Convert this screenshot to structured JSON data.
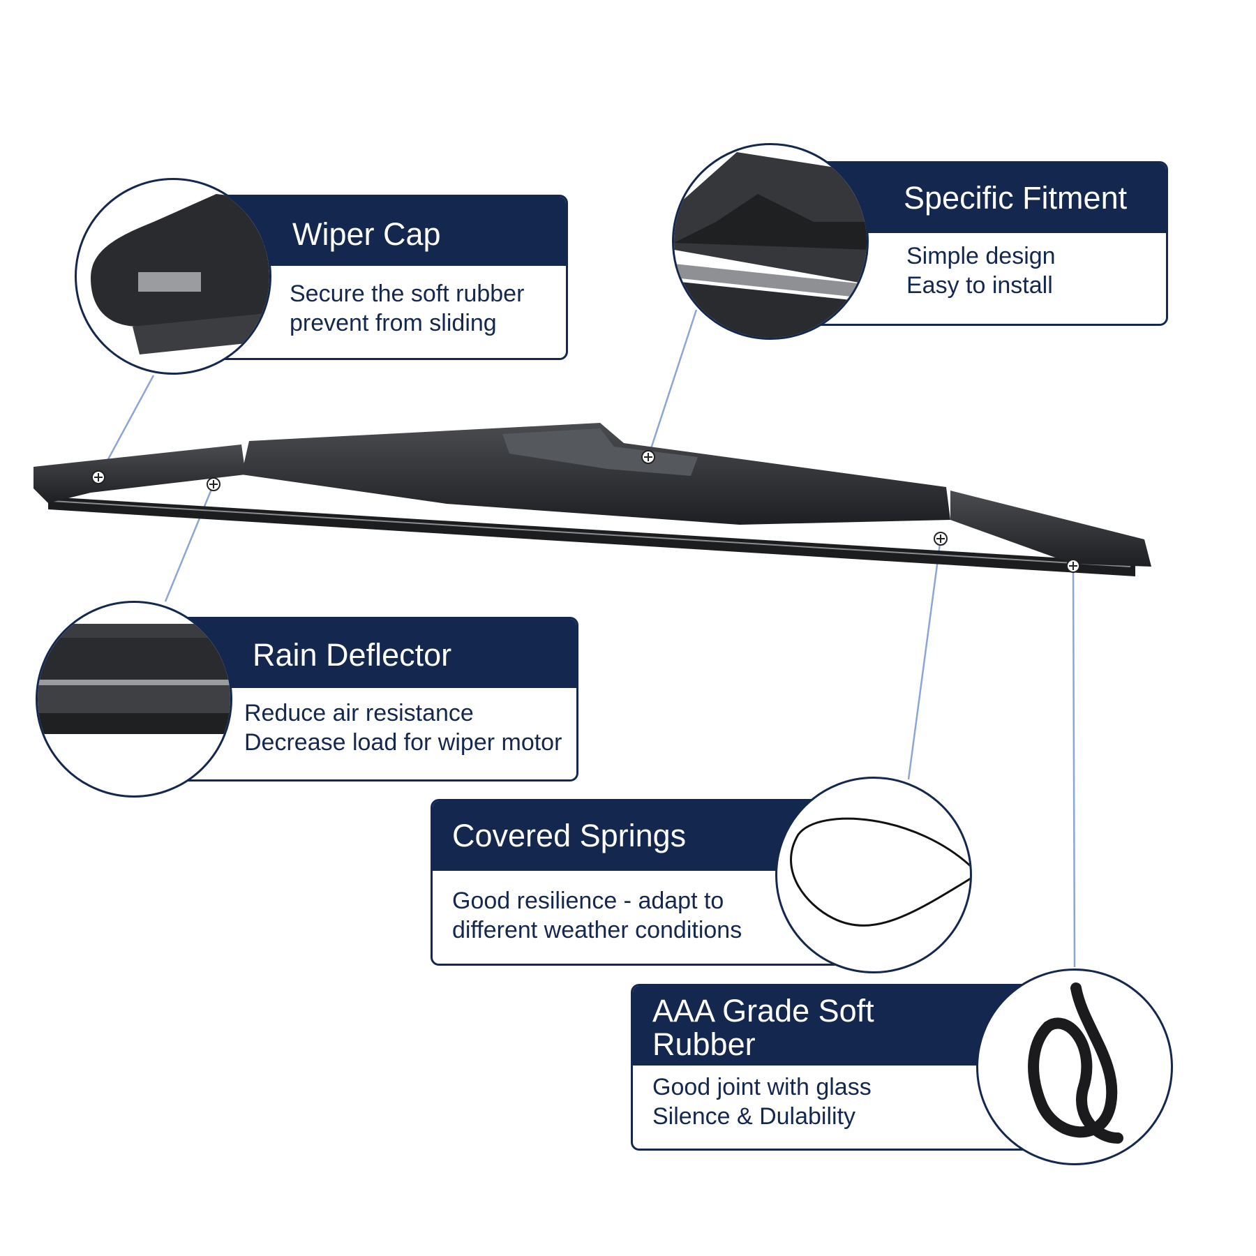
{
  "colors": {
    "navy": "#14284f",
    "leader": "#8aa6d6",
    "blade": "#2c2e31"
  },
  "features": [
    {
      "title": "Wiper Cap",
      "lines": [
        "Secure the soft rubber",
        "prevent from sliding"
      ],
      "icon": "wiper-cap-closeup"
    },
    {
      "title": "Specific Fitment",
      "lines": [
        "Simple design",
        "Easy to install"
      ],
      "icon": "connector-closeup"
    },
    {
      "title": "Rain Deflector",
      "lines": [
        "Reduce air resistance",
        "Decrease load for wiper motor"
      ],
      "icon": "deflector-closeup"
    },
    {
      "title": "Covered Springs",
      "lines": [
        "Good resilience - adapt to",
        "different weather conditions"
      ],
      "icon": "spring-wire"
    },
    {
      "title": "AAA Grade Soft Rubber",
      "title_lines": [
        "AAA Grade Soft",
        "Rubber"
      ],
      "lines": [
        "Good joint with glass",
        "Silence & Dulability"
      ],
      "icon": "rubber-strip"
    }
  ]
}
